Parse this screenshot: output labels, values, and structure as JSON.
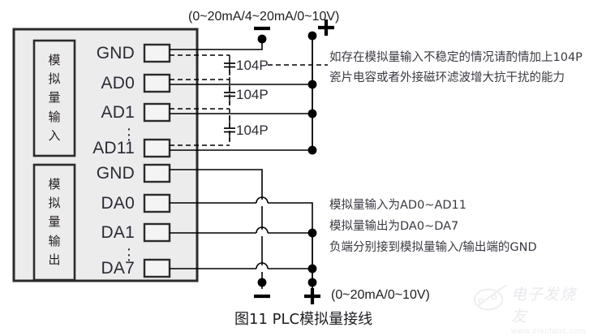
{
  "figure": {
    "caption": "图11 PLC模拟量接线",
    "top_range_label": "(0~20mA/4~20mA/0~10V)",
    "bottom_range_label": "(0~20mA/0~10V)"
  },
  "input_module": {
    "vertical_label": "模拟量输入",
    "vertical_label_chars": [
      "模",
      "拟",
      "量",
      "输",
      "入"
    ],
    "terminals": [
      {
        "name": "GND"
      },
      {
        "name": "AD0"
      },
      {
        "name": "AD1"
      },
      {
        "name": "AD11"
      }
    ],
    "ellipsis": "⋮"
  },
  "output_module": {
    "vertical_label": "模拟量输出",
    "vertical_label_chars": [
      "模",
      "拟",
      "量",
      "输",
      "出"
    ],
    "terminals": [
      {
        "name": "GND"
      },
      {
        "name": "DA0"
      },
      {
        "name": "DA1"
      },
      {
        "name": "DA7"
      }
    ],
    "ellipsis": "⋮"
  },
  "capacitors": [
    {
      "label": "104P"
    },
    {
      "label": "104P"
    },
    {
      "label": "104P"
    }
  ],
  "polarity": {
    "top_negative": "−",
    "top_positive": "+",
    "bottom_negative": "−",
    "bottom_positive": "+"
  },
  "notes": {
    "top": [
      "如存在模拟量输入不稳定的情况请酌情加上104P",
      "瓷片电容或者外接磁环滤波增大抗干扰的能力"
    ],
    "bottom": [
      "模拟量输入为AD0~AD11",
      "模拟量输出为DA0~DA7",
      "负端分别接到模拟量输入/输出端的GND"
    ]
  },
  "watermark": {
    "brand": "电子发烧友",
    "url": "www.elecfans.com"
  },
  "colors": {
    "panel_fill": "#ececed",
    "panel_stroke": "#2b2b2b",
    "wire": "#000000",
    "text": "#231f20"
  }
}
